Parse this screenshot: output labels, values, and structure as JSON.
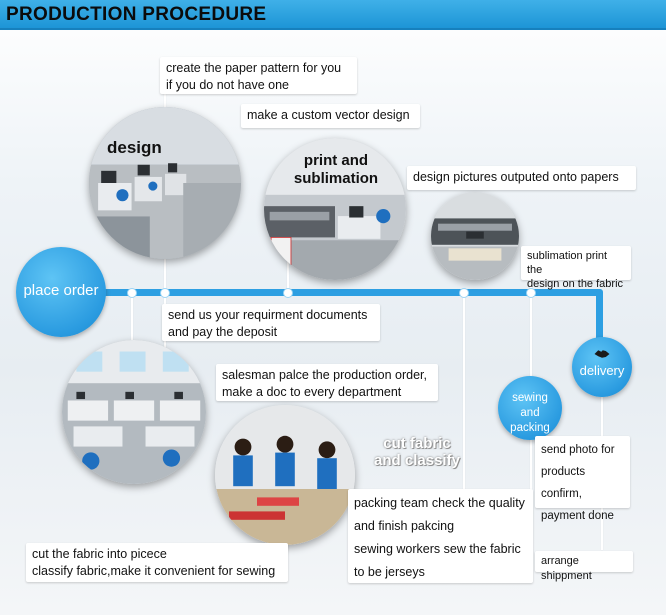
{
  "header": {
    "title": "PRODUCTION PROCEDURE"
  },
  "nodes": {
    "place_order": "place order",
    "delivery": "delivery",
    "sewing_packing": "sewing and packing",
    "design": "design",
    "print_sublimation": "print and sublimation",
    "cut_fabric": "cut fabric and classify"
  },
  "notes": {
    "paper_pattern": [
      "create the paper pattern for you",
      "if you do not have one"
    ],
    "vector_design": "make a custom vector design",
    "pictures_papers": "design pictures outputed onto papers",
    "sublimation_print": [
      "sublimation print the",
      "design on the fabric"
    ],
    "requirement": [
      "send us your requirment documents",
      "and pay the deposit"
    ],
    "salesman": [
      "salesman palce the production order,",
      "make a doc to every department"
    ],
    "cut_fabric": [
      "cut the fabric into picece",
      "classify fabric,make it convenient for sewing"
    ],
    "packing": [
      "packing team check the quality",
      "and finish pakcing",
      "sewing workers sew the fabric",
      "to be jerseys"
    ],
    "send_photo": [
      "send photo for",
      "products confirm,",
      "payment done"
    ],
    "arrange": "arrange shippment"
  },
  "colors": {
    "accent": "#2d9fe2",
    "header": "#1d95d6"
  }
}
